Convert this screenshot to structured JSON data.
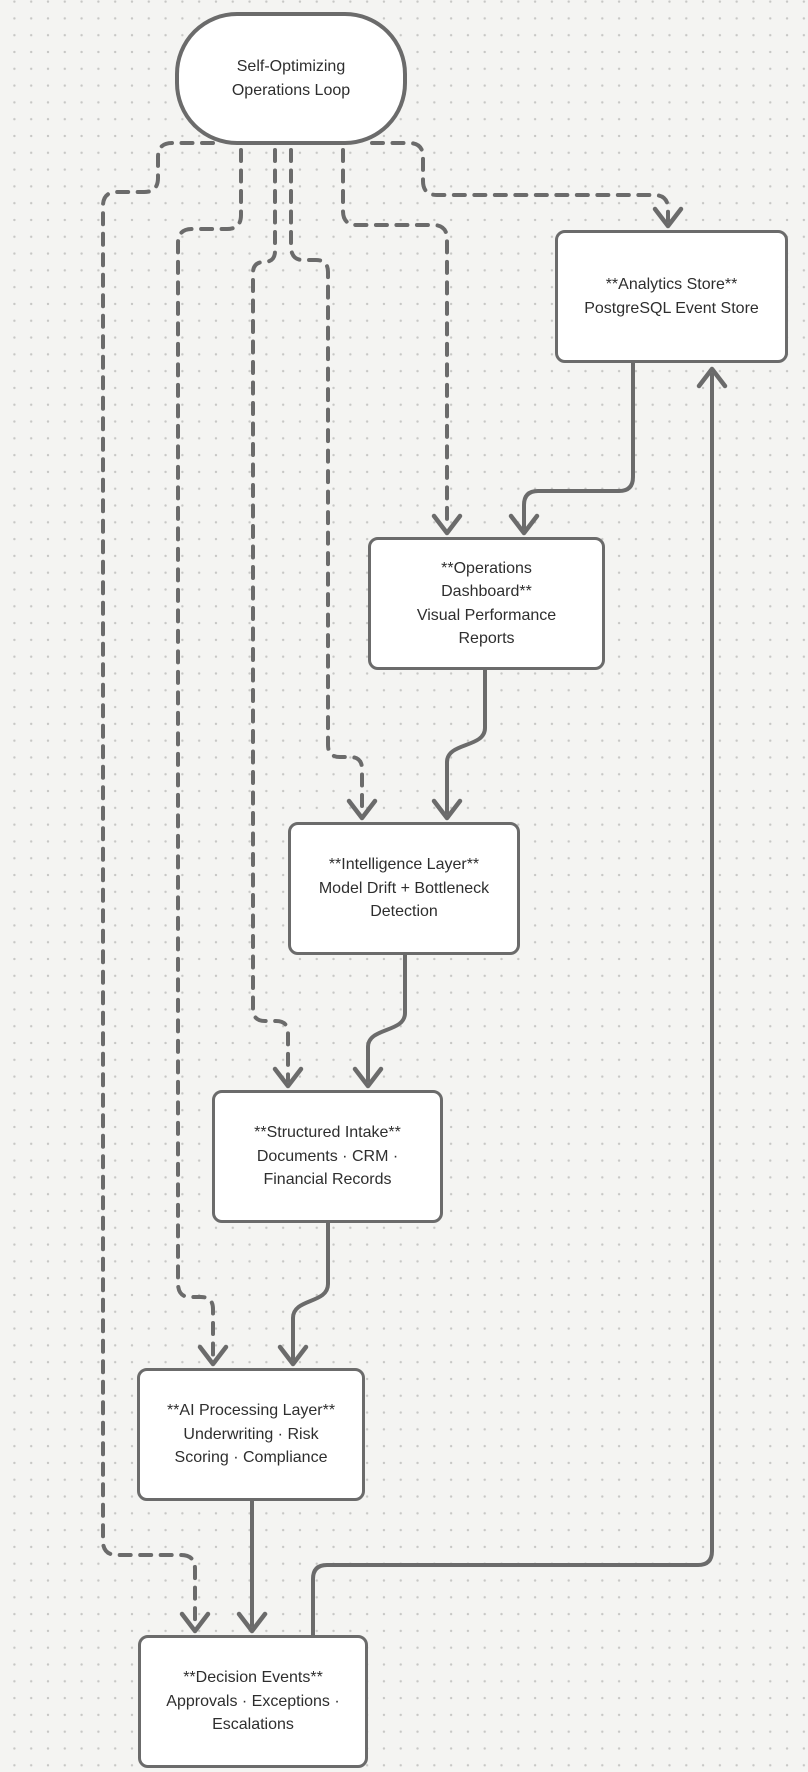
{
  "diagram": {
    "type": "flowchart",
    "colors": {
      "background": "#f4f4f2",
      "grid_dot": "#c7c7c5",
      "stroke": "#6b6b6b",
      "node_fill": "#ffffff",
      "text": "#2e2e2e"
    },
    "nodes": {
      "loop": {
        "shape": "stadium",
        "lines": [
          "Self-Optimizing",
          "Operations Loop"
        ]
      },
      "analytics": {
        "shape": "rect",
        "lines": [
          "**Analytics Store**",
          "PostgreSQL Event Store"
        ]
      },
      "dashboard": {
        "shape": "rect",
        "lines": [
          "**Operations",
          "Dashboard**",
          "Visual Performance",
          "Reports"
        ]
      },
      "intelligence": {
        "shape": "rect",
        "lines": [
          "**Intelligence Layer**",
          "Model Drift + Bottleneck",
          "Detection"
        ]
      },
      "intake": {
        "shape": "rect",
        "lines": [
          "**Structured Intake**",
          "Documents · CRM ·",
          "Financial Records"
        ]
      },
      "ai": {
        "shape": "rect",
        "lines": [
          "**AI Processing Layer**",
          "Underwriting · Risk",
          "Scoring · Compliance"
        ]
      },
      "decision": {
        "shape": "rect",
        "lines": [
          "**Decision Events**",
          "Approvals · Exceptions ·",
          "Escalations"
        ]
      }
    },
    "edges": [
      {
        "from": "loop",
        "to": "analytics",
        "style": "dashed"
      },
      {
        "from": "loop",
        "to": "dashboard",
        "style": "dashed"
      },
      {
        "from": "loop",
        "to": "intelligence",
        "style": "dashed"
      },
      {
        "from": "loop",
        "to": "intake",
        "style": "dashed"
      },
      {
        "from": "loop",
        "to": "ai",
        "style": "dashed"
      },
      {
        "from": "loop",
        "to": "decision",
        "style": "dashed"
      },
      {
        "from": "analytics",
        "to": "dashboard",
        "style": "solid"
      },
      {
        "from": "dashboard",
        "to": "intelligence",
        "style": "solid"
      },
      {
        "from": "intelligence",
        "to": "intake",
        "style": "solid"
      },
      {
        "from": "intake",
        "to": "ai",
        "style": "solid"
      },
      {
        "from": "ai",
        "to": "decision",
        "style": "solid"
      },
      {
        "from": "decision",
        "to": "analytics",
        "style": "solid"
      }
    ]
  }
}
